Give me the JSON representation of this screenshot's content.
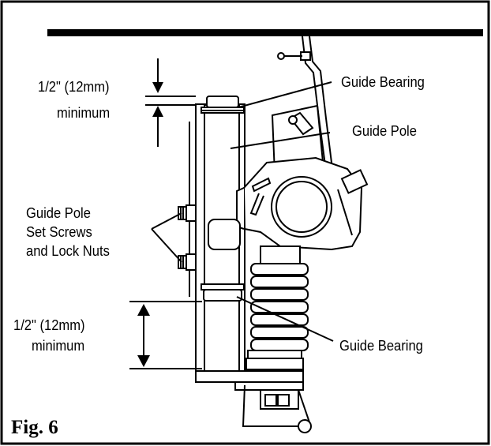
{
  "figure_label": "Fig. 6",
  "labels": {
    "top_dimension_line1": "1/2\" (12mm)",
    "top_dimension_line2": "minimum",
    "guide_bearing_top": "Guide Bearing",
    "guide_pole": "Guide Pole",
    "set_screws_line1": "Guide Pole",
    "set_screws_line2": "Set Screws",
    "set_screws_line3": "and Lock Nuts",
    "bottom_dimension_line1": "1/2\" (12mm)",
    "bottom_dimension_line2": "minimum",
    "guide_bearing_bottom": "Guide Bearing"
  }
}
